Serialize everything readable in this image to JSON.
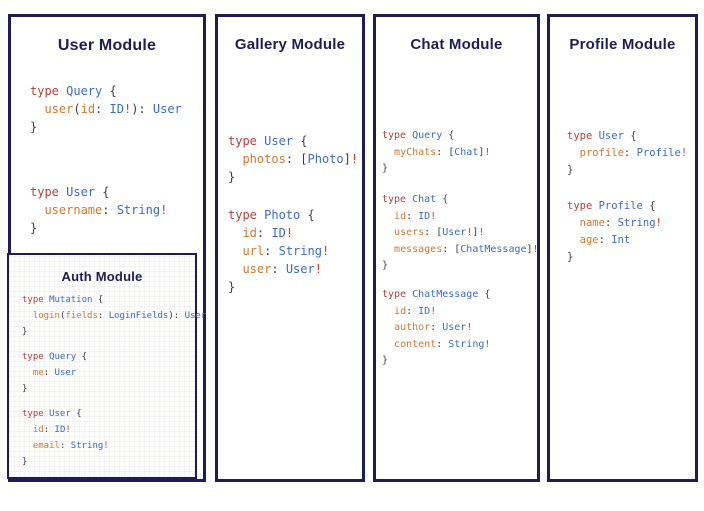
{
  "colors": {
    "border_navy": "#201c54",
    "title_navy": "#201c54",
    "keyword_red": "#b5413c",
    "type_blue": "#3c6cc0",
    "field_orange": "#d4782f",
    "punctuation_gray": "#3e3e4a",
    "bang_red": "#cf3a2d"
  },
  "modules": [
    {
      "title": "User Module",
      "blocks": [
        [
          [
            [
              "k",
              "type "
            ],
            [
              "t",
              "Query "
            ],
            [
              "p",
              "{"
            ]
          ],
          [
            [
              "p",
              "  "
            ],
            [
              "f",
              "user"
            ],
            [
              "p",
              "("
            ],
            [
              "f",
              "id"
            ],
            [
              "p",
              ": "
            ],
            [
              "t",
              "ID"
            ],
            [
              "b",
              "!"
            ],
            [
              "p",
              "): "
            ],
            [
              "t",
              "User"
            ]
          ],
          [
            [
              "p",
              "}"
            ]
          ]
        ],
        [
          [
            [
              "k",
              "type "
            ],
            [
              "t",
              "User "
            ],
            [
              "p",
              "{"
            ]
          ],
          [
            [
              "p",
              "  "
            ],
            [
              "f",
              "username"
            ],
            [
              "p",
              ": "
            ],
            [
              "t",
              "String"
            ],
            [
              "b",
              "!"
            ]
          ],
          [
            [
              "p",
              "}"
            ]
          ]
        ]
      ],
      "submodule": {
        "title": "Auth Module",
        "blocks": [
          [
            [
              [
                "k",
                "type "
              ],
              [
                "t",
                "Mutation "
              ],
              [
                "p",
                "{"
              ]
            ],
            [
              [
                "p",
                "  "
              ],
              [
                "f",
                "login"
              ],
              [
                "p",
                "("
              ],
              [
                "f",
                "fields"
              ],
              [
                "p",
                ": "
              ],
              [
                "t",
                "LoginFields"
              ],
              [
                "p",
                "): "
              ],
              [
                "t",
                "User"
              ]
            ],
            [
              [
                "p",
                "}"
              ]
            ]
          ],
          [
            [
              [
                "k",
                "type "
              ],
              [
                "t",
                "Query "
              ],
              [
                "p",
                "{"
              ]
            ],
            [
              [
                "p",
                "  "
              ],
              [
                "f",
                "me"
              ],
              [
                "p",
                ": "
              ],
              [
                "t",
                "User"
              ]
            ],
            [
              [
                "p",
                "}"
              ]
            ]
          ],
          [
            [
              [
                "k",
                "type "
              ],
              [
                "t",
                "User "
              ],
              [
                "p",
                "{"
              ]
            ],
            [
              [
                "p",
                "  "
              ],
              [
                "f",
                "id"
              ],
              [
                "p",
                ": "
              ],
              [
                "t",
                "ID"
              ],
              [
                "b",
                "!"
              ]
            ],
            [
              [
                "p",
                "  "
              ],
              [
                "f",
                "email"
              ],
              [
                "p",
                ": "
              ],
              [
                "t",
                "String"
              ],
              [
                "b",
                "!"
              ]
            ],
            [
              [
                "p",
                "}"
              ]
            ]
          ]
        ]
      }
    },
    {
      "title": "Gallery Module",
      "blocks": [
        [
          [
            [
              "k",
              "type "
            ],
            [
              "t",
              "User "
            ],
            [
              "p",
              "{"
            ]
          ],
          [
            [
              "p",
              "  "
            ],
            [
              "f",
              "photos"
            ],
            [
              "p",
              ": ["
            ],
            [
              "t",
              "Photo"
            ],
            [
              "p",
              "]"
            ],
            [
              "b",
              "!"
            ]
          ],
          [
            [
              "p",
              "}"
            ]
          ]
        ],
        [
          [
            [
              "k",
              "type "
            ],
            [
              "t",
              "Photo "
            ],
            [
              "p",
              "{"
            ]
          ],
          [
            [
              "p",
              "  "
            ],
            [
              "f",
              "id"
            ],
            [
              "p",
              ": "
            ],
            [
              "t",
              "ID"
            ],
            [
              "b",
              "!"
            ]
          ],
          [
            [
              "p",
              "  "
            ],
            [
              "f",
              "url"
            ],
            [
              "p",
              ": "
            ],
            [
              "t",
              "String"
            ],
            [
              "b",
              "!"
            ]
          ],
          [
            [
              "p",
              "  "
            ],
            [
              "f",
              "user"
            ],
            [
              "p",
              ": "
            ],
            [
              "t",
              "User"
            ],
            [
              "b",
              "!"
            ]
          ],
          [
            [
              "p",
              "}"
            ]
          ]
        ]
      ]
    },
    {
      "title": "Chat Module",
      "blocks": [
        [
          [
            [
              "k",
              "type "
            ],
            [
              "t",
              "Query "
            ],
            [
              "p",
              "{"
            ]
          ],
          [
            [
              "p",
              "  "
            ],
            [
              "f",
              "myChats"
            ],
            [
              "p",
              ": ["
            ],
            [
              "t",
              "Chat"
            ],
            [
              "p",
              "]"
            ],
            [
              "b",
              "!"
            ]
          ],
          [
            [
              "p",
              "}"
            ]
          ]
        ],
        [
          [
            [
              "k",
              "type "
            ],
            [
              "t",
              "Chat "
            ],
            [
              "p",
              "{"
            ]
          ],
          [
            [
              "p",
              "  "
            ],
            [
              "f",
              "id"
            ],
            [
              "p",
              ": "
            ],
            [
              "t",
              "ID"
            ],
            [
              "b",
              "!"
            ]
          ],
          [
            [
              "p",
              "  "
            ],
            [
              "f",
              "users"
            ],
            [
              "p",
              ": ["
            ],
            [
              "t",
              "User"
            ],
            [
              "b",
              "!"
            ],
            [
              "p",
              "]"
            ],
            [
              "b",
              "!"
            ]
          ],
          [
            [
              "p",
              "  "
            ],
            [
              "f",
              "messages"
            ],
            [
              "p",
              ": ["
            ],
            [
              "t",
              "ChatMessage"
            ],
            [
              "p",
              "]"
            ],
            [
              "b",
              "!"
            ]
          ],
          [
            [
              "p",
              "}"
            ]
          ]
        ],
        [
          [
            [
              "k",
              "type "
            ],
            [
              "t",
              "ChatMessage "
            ],
            [
              "p",
              "{"
            ]
          ],
          [
            [
              "p",
              "  "
            ],
            [
              "f",
              "id"
            ],
            [
              "p",
              ": "
            ],
            [
              "t",
              "ID"
            ],
            [
              "b",
              "!"
            ]
          ],
          [
            [
              "p",
              "  "
            ],
            [
              "f",
              "author"
            ],
            [
              "p",
              ": "
            ],
            [
              "t",
              "User"
            ],
            [
              "b",
              "!"
            ]
          ],
          [
            [
              "p",
              "  "
            ],
            [
              "f",
              "content"
            ],
            [
              "p",
              ": "
            ],
            [
              "t",
              "String"
            ],
            [
              "b",
              "!"
            ]
          ],
          [
            [
              "p",
              "}"
            ]
          ]
        ]
      ]
    },
    {
      "title": "Profile Module",
      "blocks": [
        [
          [
            [
              "k",
              "type "
            ],
            [
              "t",
              "User "
            ],
            [
              "p",
              "{"
            ]
          ],
          [
            [
              "p",
              "  "
            ],
            [
              "f",
              "profile"
            ],
            [
              "p",
              ": "
            ],
            [
              "t",
              "Profile"
            ],
            [
              "b",
              "!"
            ]
          ],
          [
            [
              "p",
              "}"
            ]
          ]
        ],
        [
          [
            [
              "k",
              "type "
            ],
            [
              "t",
              "Profile "
            ],
            [
              "p",
              "{"
            ]
          ],
          [
            [
              "p",
              "  "
            ],
            [
              "f",
              "name"
            ],
            [
              "p",
              ": "
            ],
            [
              "t",
              "String"
            ],
            [
              "b",
              "!"
            ]
          ],
          [
            [
              "p",
              "  "
            ],
            [
              "f",
              "age"
            ],
            [
              "p",
              ": "
            ],
            [
              "t",
              "Int"
            ]
          ],
          [
            [
              "p",
              "}"
            ]
          ]
        ]
      ]
    }
  ]
}
